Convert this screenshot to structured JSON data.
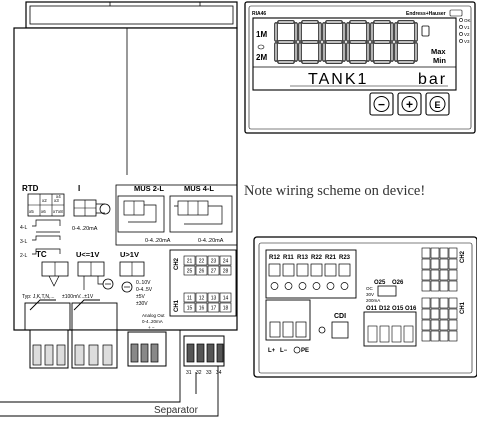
{
  "device": {
    "model": "RIA46",
    "brand": "Endress+Hauser",
    "display_digits": [
      "8",
      "8",
      "8",
      "8",
      "8",
      "8"
    ],
    "tag_text": "TANK1",
    "unit_text": "bar",
    "left_indicators": [
      "1M",
      "2M"
    ],
    "right_indicators": [
      "Max",
      "Min"
    ],
    "status_labels": [
      "OK",
      "V1",
      "V2",
      "V3"
    ],
    "buttons": [
      {
        "label": "−",
        "icon": "minus-icon"
      },
      {
        "label": "+",
        "icon": "plus-icon"
      },
      {
        "label": "E",
        "icon": "enter-icon"
      }
    ]
  },
  "note": "Note wiring scheme on device!",
  "separator_label": "Separator",
  "wiring": {
    "modules": {
      "rtd": "RTD",
      "current": "I",
      "mus2": "MUS 2-L",
      "mus4": "MUS 4-L",
      "tc": "TC",
      "voltage_low": "U<=1V",
      "voltage_high": "U>1V"
    },
    "rtd_rows": [
      "4-L",
      "3-L",
      "2-L"
    ],
    "rtd_terminals": [
      "x2",
      "x3",
      "x4",
      "x5",
      "x6",
      "x7",
      "x8"
    ],
    "range_current": "0-4..20mA",
    "range_mus": "0-4..20mA",
    "tc_types": "Typ: J,K,T,N,...",
    "tc_range": "±100mV...±1V",
    "voltage_ranges": [
      "0..10V",
      "0-4..5V",
      "±5V",
      "±30V"
    ],
    "analog_out": [
      "Analog Out",
      "0-4..20mA",
      "+ −"
    ],
    "ch2_label": "CH2",
    "ch1_label": "CH1",
    "ch2_terminals": [
      "21",
      "22",
      "23",
      "24",
      "25",
      "26",
      "27",
      "28"
    ],
    "ch1_terminals": [
      "11",
      "12",
      "13",
      "14",
      "15",
      "16",
      "17",
      "18"
    ],
    "bottom_terminals": [
      "31",
      "32",
      "33",
      "34"
    ]
  },
  "rear": {
    "relay_labels": [
      "R12",
      "R11",
      "R13",
      "R22",
      "R21",
      "R23"
    ],
    "out_labels": [
      "O25",
      "O26"
    ],
    "digital_labels": [
      "O11",
      "D12",
      "O15",
      "O16"
    ],
    "spec_lines": [
      "OC",
      "30V",
      "200mA"
    ],
    "cdi": "CDI",
    "power_labels": [
      "L+",
      "L−",
      "PE"
    ],
    "ch2_label": "CH2",
    "ch1_label": "CH1"
  }
}
